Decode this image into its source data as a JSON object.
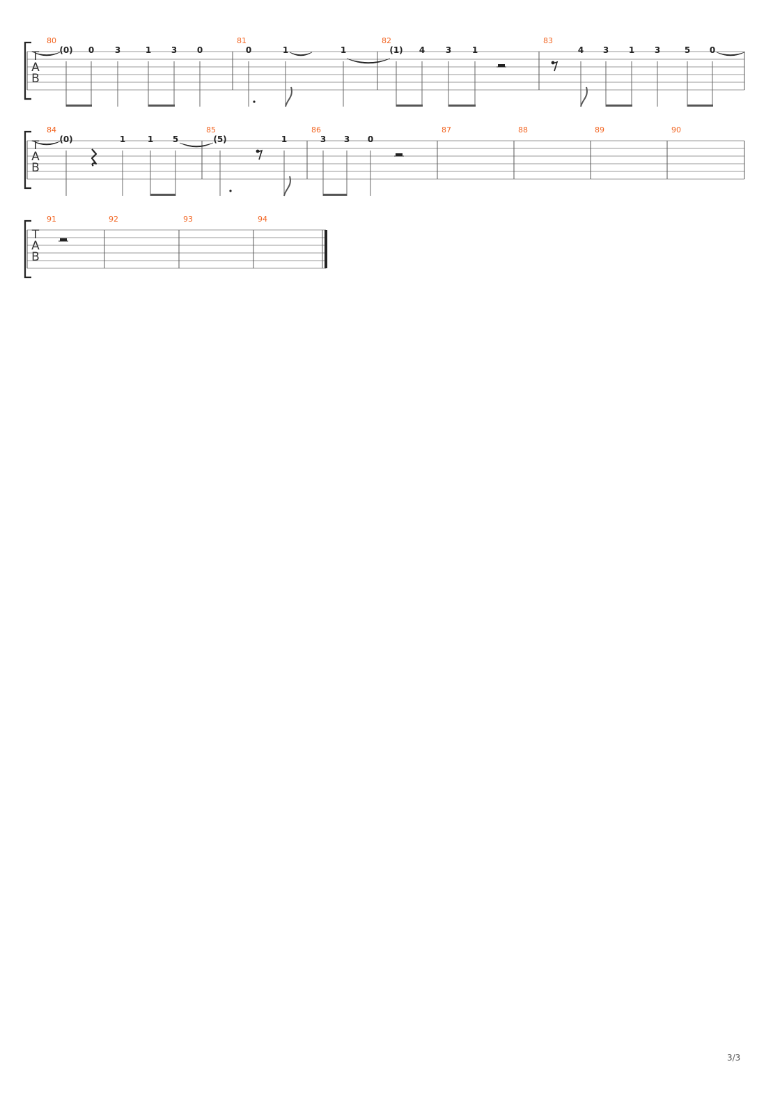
{
  "tab_clef": [
    "T",
    "A",
    "B"
  ],
  "page_number": "3/3",
  "colors": {
    "measure_number": "#f26522",
    "ink": "#222222",
    "staff_line": "#9a9a9a",
    "bar_line": "#555555"
  },
  "systems": [
    {
      "measures": [
        {
          "number": "80",
          "notes": [
            "(0)",
            "0",
            "3",
            "1",
            "3",
            "0"
          ]
        },
        {
          "number": "81",
          "notes": [
            "0",
            "1",
            "1"
          ]
        },
        {
          "number": "82",
          "notes": [
            "(1)",
            "4",
            "3",
            "1"
          ]
        },
        {
          "number": "83",
          "notes": [
            "4",
            "3",
            "1",
            "3",
            "5",
            "0"
          ]
        }
      ]
    },
    {
      "measures": [
        {
          "number": "84",
          "notes": [
            "(0)",
            "1",
            "1",
            "5"
          ]
        },
        {
          "number": "85",
          "notes": [
            "(5)",
            "1"
          ]
        },
        {
          "number": "86",
          "notes": [
            "3",
            "3",
            "0"
          ]
        },
        {
          "number": "87",
          "notes": []
        },
        {
          "number": "88",
          "notes": []
        },
        {
          "number": "89",
          "notes": []
        },
        {
          "number": "90",
          "notes": []
        }
      ]
    },
    {
      "measures": [
        {
          "number": "91",
          "notes": []
        },
        {
          "number": "92",
          "notes": []
        },
        {
          "number": "93",
          "notes": []
        },
        {
          "number": "94",
          "notes": []
        }
      ]
    }
  ]
}
